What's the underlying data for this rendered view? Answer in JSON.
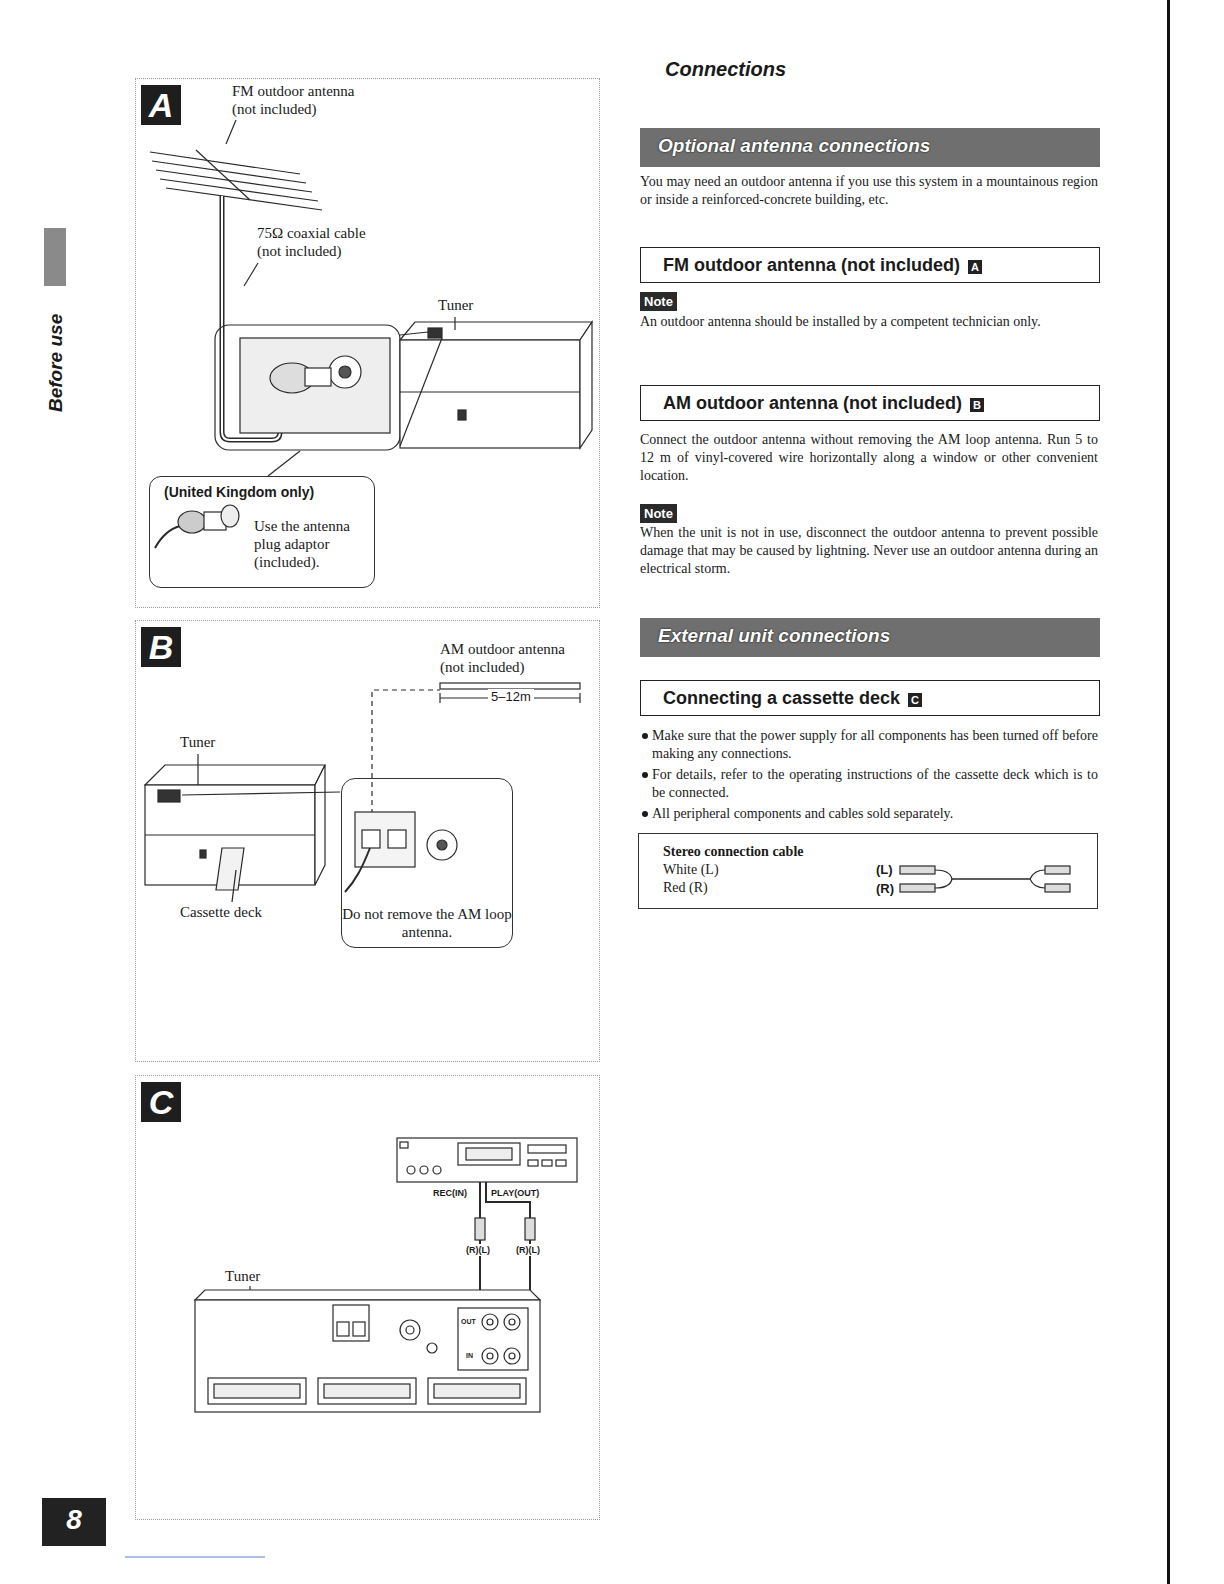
{
  "diagram": {
    "title": "Connections",
    "nodes": [
      {
        "text": [
          "A"
        ]
      },
      {
        "text": [
          "(United Kingdom only)",
          "Use the antenna plug adaptor (included)."
        ],
        "in": 0
      },
      {
        "text": [
          "B"
        ]
      },
      {
        "text": [
          "Do not remove the AM loop antenna."
        ],
        "in": 2
      },
      {
        "text": [
          "C"
        ]
      },
      {
        "text": [
          "Optional antenna connections"
        ]
      },
      {
        "text": [
          "FM outdoor antenna (not included)",
          "A"
        ]
      },
      {
        "text": [
          "Note"
        ]
      },
      {
        "text": [
          "AM outdoor antenna (not included)",
          "B"
        ]
      },
      {
        "text": [
          "Note"
        ]
      },
      {
        "text": [
          "External unit connections"
        ]
      },
      {
        "text": [
          "Connecting a cassette deck",
          "C"
        ]
      },
      {
        "text": [
          "Stereo connection cable",
          "White (L)",
          "Red (R)",
          "(L)",
          "(R)"
        ]
      },
      {
        "text": [
          "8"
        ]
      }
    ],
    "labels": [
      "Before use",
      "FM outdoor antenna (not included)",
      "75Ω coaxial cable (not included)",
      "Tuner",
      "AM outdoor antenna (not included)",
      "5–12m",
      "Tuner",
      "Cassette deck",
      "REC(IN)",
      "PLAY(OUT)",
      "(R)(L)",
      "(R)(L)",
      "Tuner",
      "OUT",
      "IN",
      "You may need an outdoor antenna if you use this system in a mountainous region or inside a reinforced-concrete building, etc.",
      "An outdoor antenna should be installed by a competent technician only.",
      "Connect the outdoor antenna without removing the AM loop antenna. Run 5 to 12 m of vinyl-covered wire horizontally along a window or other convenient location.",
      "When the unit is not in use, disconnect the outdoor antenna to prevent possible damage that may be caused by lightning. Never use an outdoor antenna during an electrical storm.",
      "Make sure that the power supply for all components has been turned off before making any connections.",
      "For details, refer to the operating instructions of the cassette deck which is to be connected.",
      "All peripheral components and cables sold separately."
    ]
  }
}
